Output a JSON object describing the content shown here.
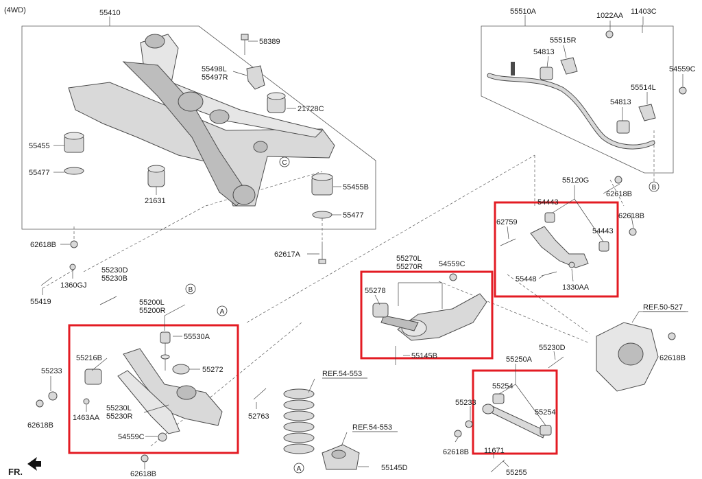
{
  "header": {
    "variant": "(4WD)"
  },
  "footer": {
    "direction": "FR."
  },
  "colors": {
    "highlight": "#e31b23",
    "part_fill": "#d9d9d9",
    "line": "#444444"
  },
  "labels": {
    "p55410": "55410",
    "p58389": "58389",
    "p55498L": "55498L",
    "p55497R": "55497R",
    "p21728C": "21728C",
    "p55455": "55455",
    "p55477a": "55477",
    "p21631": "21631",
    "p55455B": "55455B",
    "p55477b": "55477",
    "p62618B_a": "62618B",
    "p62617A": "62617A",
    "p1360GJ": "1360GJ",
    "p55419": "55419",
    "p55230D_a": "55230D",
    "p55230B": "55230B",
    "p55200L": "55200L",
    "p55200R": "55200R",
    "p55530A": "55530A",
    "p55216B": "55216B",
    "p55272": "55272",
    "p55233_a": "55233",
    "p62618B_b": "62618B",
    "p1463AA": "1463AA",
    "p55230L": "55230L",
    "p55230R": "55230R",
    "p54559C_a": "54559C",
    "p62618B_c": "62618B",
    "p52763": "52763",
    "ref54553_a": "REF.54-553",
    "ref54553_b": "REF.54-553",
    "p55145D": "55145D",
    "p55270L": "55270L",
    "p55270R": "55270R",
    "p54559C_b": "54559C",
    "p55278": "55278",
    "p55145B": "55145B",
    "p55510A": "55510A",
    "p1022AA": "1022AA",
    "p11403C": "11403C",
    "p55515R": "55515R",
    "p54813_a": "54813",
    "p54559C_c": "54559C",
    "p55514L": "55514L",
    "p54813_b": "54813",
    "p55120G": "55120G",
    "p62618B_d": "62618B",
    "p54443_a": "54443",
    "p62618B_e": "62618B",
    "p62759": "62759",
    "p54443_b": "54443",
    "p55448": "55448",
    "p1330AA": "1330AA",
    "ref50527": "REF.50-527",
    "p62618B_f": "62618B",
    "p55230D_b": "55230D",
    "p55250A": "55250A",
    "p55254_a": "55254",
    "p55233_b": "55233",
    "p55254_b": "55254",
    "p62618B_g": "62618B",
    "p11671": "11671",
    "p55255": "55255"
  },
  "callouts": {
    "a1": "A",
    "a2": "A",
    "b1": "B",
    "b2": "B",
    "c1": "C"
  }
}
